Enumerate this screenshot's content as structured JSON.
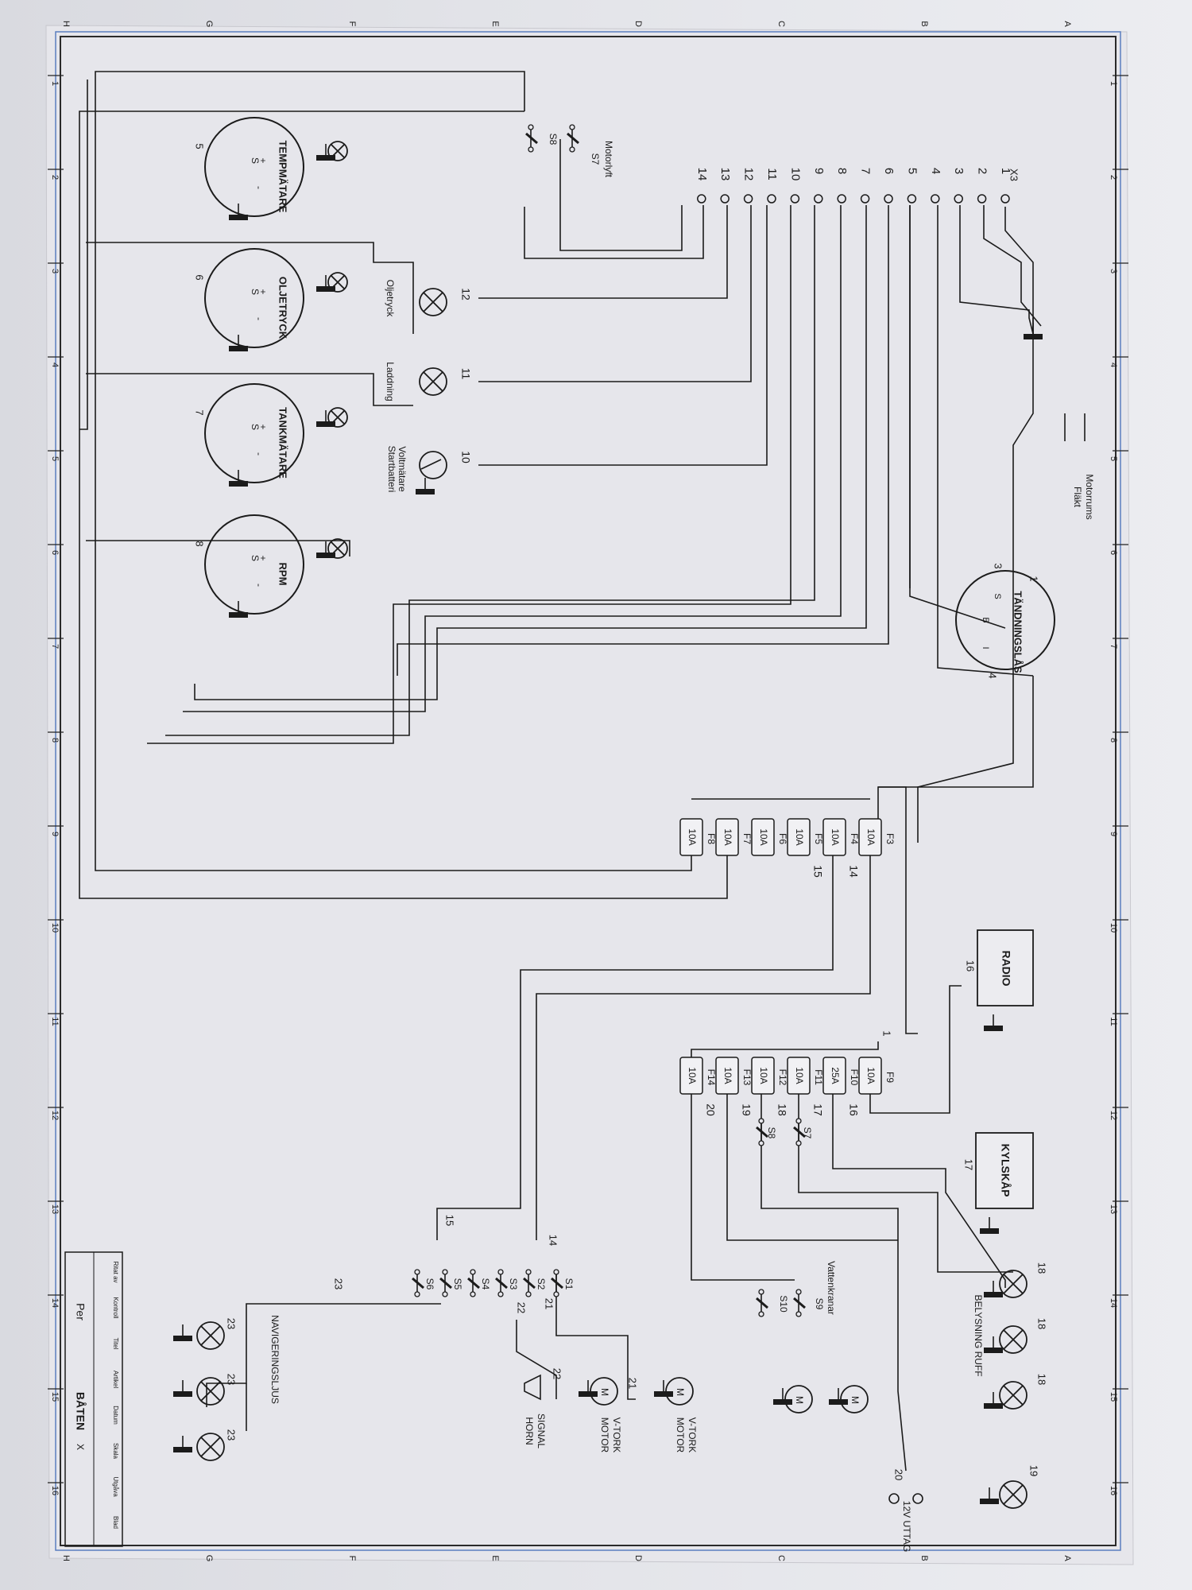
{
  "sheet": {
    "border_numbers": [
      "1",
      "2",
      "3",
      "4",
      "5",
      "6",
      "7",
      "8",
      "9",
      "10",
      "11",
      "12",
      "13",
      "14",
      "15",
      "16"
    ],
    "border_letters": [
      "A",
      "B",
      "C",
      "D",
      "E",
      "F",
      "G",
      "H"
    ]
  },
  "terminal_block": {
    "label": "X3",
    "terminals": [
      "1",
      "2",
      "3",
      "4",
      "5",
      "6",
      "7",
      "8",
      "9",
      "10",
      "11",
      "12",
      "13",
      "14"
    ]
  },
  "components": {
    "ignition": {
      "title": "TÄNDNINGSLÅS",
      "pins": [
        "B",
        "S",
        "I"
      ],
      "wire_labels": [
        "1",
        "3",
        "4"
      ]
    },
    "fan": {
      "label": "Motorrums",
      "label2": "Fläkt"
    },
    "motor_lift": {
      "label": "Motorlyft",
      "s7": "S7",
      "s8": "S8"
    },
    "oil_lamp": {
      "label": "Oljetryck",
      "wire": "12"
    },
    "charge_lamp": {
      "label": "Laddning",
      "wire": "11"
    },
    "voltmeter": {
      "label": "Voltmätare",
      "label2": "Startbatteri",
      "wire": "10"
    },
    "gauges": [
      {
        "title": "TEMPMÄTARE",
        "wire": "5"
      },
      {
        "title": "OLJETRYCK",
        "wire": "6"
      },
      {
        "title": "TANKMÄTARE",
        "wire": "7"
      },
      {
        "title": "RPM",
        "wire": "8"
      }
    ],
    "gauge_pins": {
      "plus": "+",
      "s": "S",
      "minus": "-"
    },
    "fuses_left": [
      {
        "name": "F3",
        "rating": "10A",
        "wire": "14"
      },
      {
        "name": "F4",
        "rating": "10A",
        "wire": "15"
      },
      {
        "name": "F5",
        "rating": "10A",
        "wire": ""
      },
      {
        "name": "F6",
        "rating": "10A",
        "wire": ""
      },
      {
        "name": "F7",
        "rating": "10A",
        "wire": ""
      },
      {
        "name": "F8",
        "rating": "10A",
        "wire": ""
      }
    ],
    "fuses_right": [
      {
        "name": "F9",
        "rating": "10A",
        "wire": "16"
      },
      {
        "name": "F10",
        "rating": "25A",
        "wire": "17"
      },
      {
        "name": "F11",
        "rating": "10A",
        "wire": "18"
      },
      {
        "name": "F12",
        "rating": "10A",
        "wire": "19"
      },
      {
        "name": "F13",
        "rating": "10A",
        "wire": "20"
      },
      {
        "name": "F14",
        "rating": "10A",
        "wire": ""
      }
    ],
    "fuse_right_feed": "1",
    "radio": {
      "label": "RADIO",
      "wire": "16"
    },
    "fridge": {
      "label": "KYLSKÅP",
      "wire": "17"
    },
    "cabin_lights": {
      "label": "BELYSNING RUFF",
      "wires": [
        "18",
        "18",
        "18"
      ]
    },
    "lamp_19": {
      "wire": "19"
    },
    "outlet": {
      "label": "12V UTTAG",
      "wire": "20"
    },
    "water_taps": {
      "label": "Vattenkranar",
      "s9": "S9",
      "s10": "S10"
    },
    "switch_s7b": "S7",
    "switch_s8b": "S8",
    "wipers": [
      {
        "label": "V-TORK",
        "label2": "MOTOR",
        "wire": "21"
      },
      {
        "label": "V-TORK",
        "label2": "MOTOR",
        "wire": "21"
      }
    ],
    "horn": {
      "label": "SIGNAL",
      "label2": "HORN",
      "wire": "22"
    },
    "nav_lights": {
      "label": "NAVIGERINGSLJUS",
      "wires": [
        "23",
        "23",
        "23"
      ],
      "feed": "23"
    },
    "switch_group": {
      "labels": [
        "S1",
        "S2",
        "S3",
        "S4",
        "S5",
        "S6"
      ],
      "feed14": "14",
      "feed15": "15",
      "w21": "21",
      "w22": "22"
    }
  },
  "title_block": {
    "author": "Per",
    "title": "BÅTEN",
    "sheet": "X",
    "headers": [
      "Ritat av",
      "Kontroll",
      "Titel",
      "Artikel",
      "Datum",
      "Skala",
      "Utgåva",
      "Blad"
    ]
  }
}
